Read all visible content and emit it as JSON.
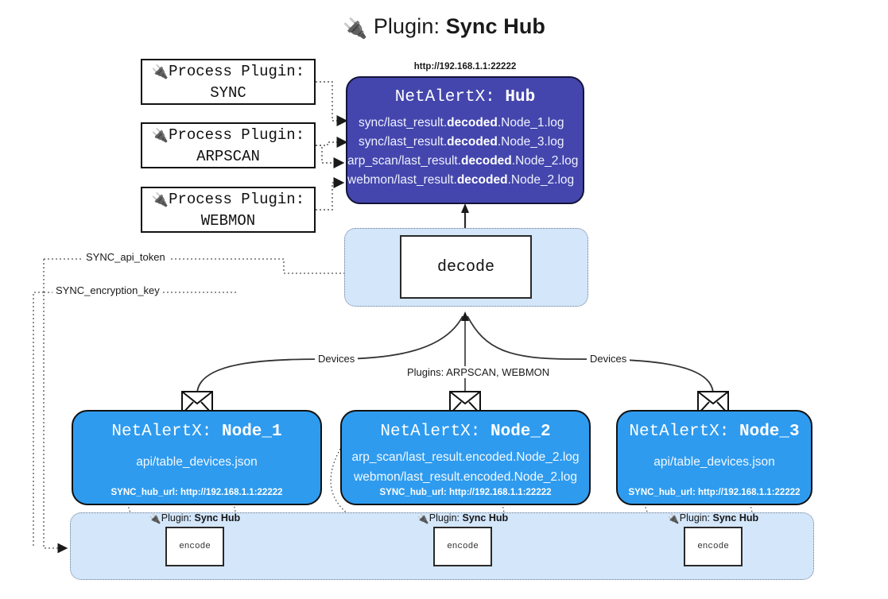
{
  "header": {
    "icon": "plug-icon",
    "lead": "Plugin:",
    "strong": "Sync Hub"
  },
  "process_plugins": [
    {
      "icon": "plug-icon",
      "line1": "Process Plugin:",
      "line2": "SYNC"
    },
    {
      "icon": "plug-icon",
      "line1": "Process Plugin:",
      "line2": "ARPSCAN"
    },
    {
      "icon": "plug-icon",
      "line1": "Process Plugin:",
      "line2": "WEBMON"
    }
  ],
  "hub": {
    "url": "http://192.168.1.1:22222",
    "title_prefix": "NetAlertX:",
    "title_name": "Hub",
    "lines": [
      {
        "pre": "sync/last_result.",
        "mid": "decoded",
        "post": ".Node_1.log"
      },
      {
        "pre": "sync/last_result.",
        "mid": "decoded",
        "post": ".Node_3.log"
      },
      {
        "pre": "arp_scan/last_result.",
        "mid": "decoded",
        "post": ".Node_2.log"
      },
      {
        "pre": "webmon/last_result.",
        "mid": "decoded",
        "post": ".Node_2.log"
      }
    ],
    "fill_color": "#4446ad"
  },
  "decode": {
    "label": "decode"
  },
  "secrets": {
    "api_token": "SYNC_api_token",
    "encryption_key": "SYNC_encryption_key"
  },
  "edge_labels": {
    "devices_left": "Devices",
    "devices_right": "Devices",
    "plugins_center": "Plugins: ARPSCAN, WEBMON"
  },
  "nodes": [
    {
      "title_prefix": "NetAlertX:",
      "title_name": "Node_1",
      "lines": [
        "api/table_devices.json"
      ],
      "footer": "SYNC_hub_url: http://192.168.1.1:22222",
      "envelope": "envelope-icon",
      "fill_color": "#2e9bef"
    },
    {
      "title_prefix": "NetAlertX:",
      "title_name": "Node_2",
      "lines": [
        "arp_scan/last_result.encoded.Node_2.log",
        "webmon/last_result.encoded.Node_2.log"
      ],
      "footer": "SYNC_hub_url: http://192.168.1.1:22222",
      "envelope": "envelope-icon",
      "fill_color": "#2e9bef"
    },
    {
      "title_prefix": "NetAlertX:",
      "title_name": "Node_3",
      "lines": [
        "api/table_devices.json"
      ],
      "footer": "SYNC_hub_url: http://192.168.1.1:22222",
      "envelope": "envelope-icon",
      "fill_color": "#2e9bef"
    }
  ],
  "encode_groups": [
    {
      "icon": "plug-icon",
      "label_lead": "Plugin:",
      "label_strong": "Sync Hub",
      "box": "encode"
    },
    {
      "icon": "plug-icon",
      "label_lead": "Plugin:",
      "label_strong": "Sync Hub",
      "box": "encode"
    },
    {
      "icon": "plug-icon",
      "label_lead": "Plugin:",
      "label_strong": "Sync Hub",
      "box": "encode"
    }
  ],
  "colors": {
    "hub": "#4446ad",
    "node": "#2e9bef",
    "cluster": "#d3e6fa",
    "stroke": "#111111"
  }
}
